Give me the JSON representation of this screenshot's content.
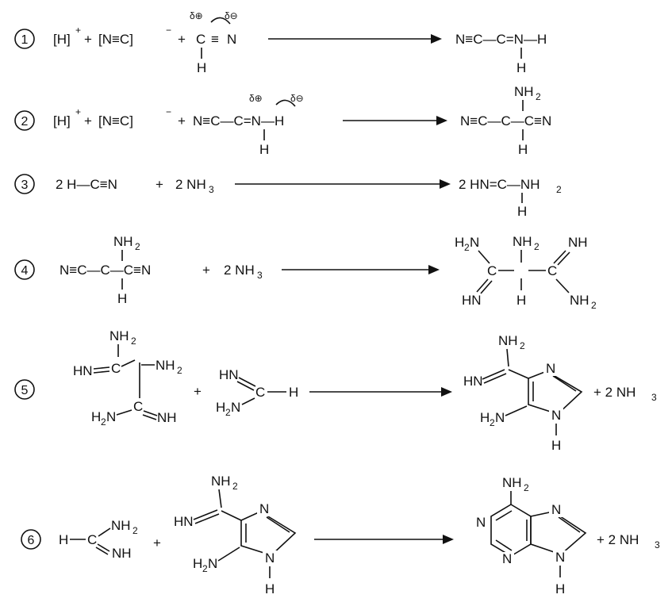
{
  "reactions": [
    {
      "number": "1",
      "reactants": [
        "[H]+",
        "[N≡C]−",
        "HC≡N (δ+ / δ−)"
      ],
      "products": [
        "N≡C–CH=N–H"
      ],
      "text": {
        "h_ion": "[H]",
        "plus_sup": "+",
        "plus1": "+",
        "cn_ion": "[N≡C]",
        "minus_sup": "−",
        "plus2": "+",
        "r_c": "C",
        "r_triple": "≡",
        "r_n": "N",
        "r_h": "H",
        "delta_plus": "δ⊕",
        "delta_minus": "δ⊖",
        "p_chain": "N≡C—C=N—H",
        "p_h": "H"
      }
    },
    {
      "number": "2",
      "reactants": [
        "[H]+",
        "[N≡C]−",
        "N≡C–CH=N–H (δ+ / δ−)"
      ],
      "products": [
        "aminomalononitrile"
      ],
      "text": {
        "h_ion": "[H]",
        "plus_sup": "+",
        "plus1": "+",
        "cn_ion": "[N≡C]",
        "minus_sup": "−",
        "plus2": "+",
        "r_chain": "N≡C—C=N—H",
        "r_h": "H",
        "delta_plus": "δ⊕",
        "delta_minus": "δ⊖",
        "p_nh2": "NH",
        "p_nh2_sub": "2",
        "p_chain": "N≡C—C—C≡N",
        "p_h": "H"
      }
    },
    {
      "number": "3",
      "reactants": [
        "2 HCN",
        "2 NH3"
      ],
      "products": [
        "2 formamidine"
      ],
      "text": {
        "r_hcn": "2 H—C≡N",
        "plus": "+",
        "r_nh3": "2 NH",
        "r_nh3_sub": "3",
        "p_main": "2 HN=C—NH",
        "p_sub": "2",
        "p_h": "H"
      }
    },
    {
      "number": "4",
      "reactants": [
        "aminomalononitrile",
        "2 NH3"
      ],
      "products": [
        "aminomalonic diamidine"
      ],
      "text": {
        "r_nh2": "NH",
        "r_nh2_sub": "2",
        "r_chain": "N≡C—C—C≡N",
        "r_h": "H",
        "plus": "+",
        "r_nh3": "2 NH",
        "r_nh3_sub": "3",
        "p_h2n": "H",
        "p_h2n_sub": "2",
        "p_h2n_n": "N",
        "p_nh2_top": "NH",
        "p_nh2_top_sub": "2",
        "p_nh": "NH",
        "p_hn": "HN",
        "p_h": "H",
        "p_nh2_br": "NH",
        "p_nh2_br_sub": "2",
        "p_c": "C"
      }
    },
    {
      "number": "5",
      "reactants": [
        "aminomalonic diamidine",
        "formamidine"
      ],
      "products": [
        "4-aminoimidazole-5-carboxamidine",
        "2 NH3"
      ],
      "text": {
        "a_nh2_top": "NH",
        "a_nh2_top_sub": "2",
        "a_hn": "HN",
        "a_c": "C",
        "a_nh2_r": "NH",
        "a_nh2_r_sub": "2",
        "a_h2n_h": "H",
        "a_h2n_sub": "2",
        "a_h2n_n": "N",
        "a_c2": "C",
        "a_nh": "NH",
        "plus": "+",
        "f_hn": "HN",
        "f_c": "C",
        "f_h": "H",
        "f_h2n_h": "H",
        "f_h2n_sub": "2",
        "f_h2n_n": "N",
        "p_nh2": "NH",
        "p_nh2_sub": "2",
        "p_hn": "HN",
        "p_n": "N",
        "p_h2n_h": "H",
        "p_h2n_sub": "2",
        "p_h2n_n": "N",
        "p_nh_n": "N",
        "p_nh_h": "H",
        "byproduct": "+ 2 NH",
        "byproduct_sub": "3"
      }
    },
    {
      "number": "6",
      "reactants": [
        "formamidine",
        "4-aminoimidazole-5-carboxamidine"
      ],
      "products": [
        "adenine",
        "2 NH3"
      ],
      "text": {
        "f_h": "H",
        "f_c": "C",
        "f_nh2": "NH",
        "f_nh2_sub": "2",
        "f_nh": "NH",
        "plus": "+",
        "i_nh2": "NH",
        "i_nh2_sub": "2",
        "i_hn": "HN",
        "i_n": "N",
        "i_h2n_h": "H",
        "i_h2n_sub": "2",
        "i_h2n_n": "N",
        "i_nh_n": "N",
        "i_nh_h": "H",
        "ad_nh2": "NH",
        "ad_nh2_sub": "2",
        "ad_n1": "N",
        "ad_n3": "N",
        "ad_n7": "N",
        "ad_n9": "N",
        "ad_h": "H",
        "byproduct": "+ 2 NH",
        "byproduct_sub": "3"
      }
    }
  ]
}
